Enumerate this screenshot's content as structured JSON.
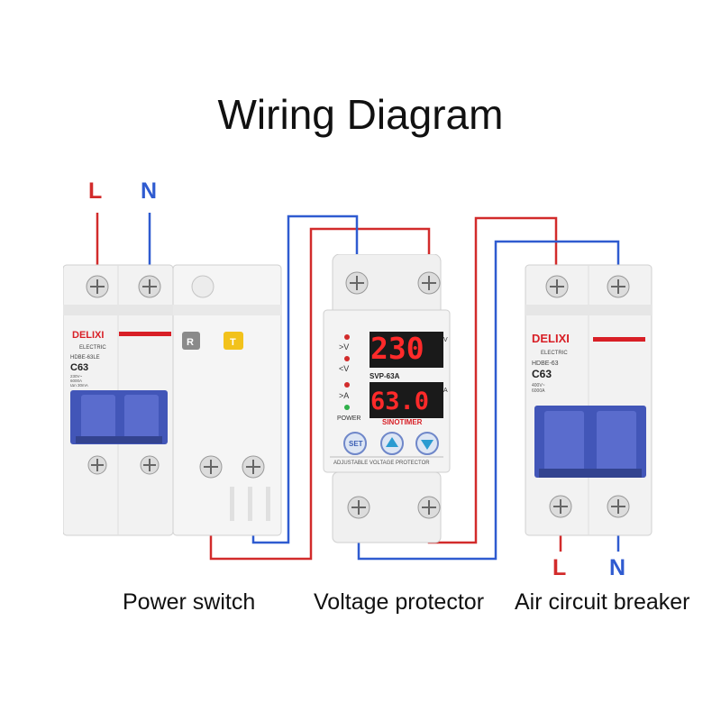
{
  "title": "Wiring Diagram",
  "colors": {
    "live": "#d22b2b",
    "neutral": "#2f5bd0",
    "display": "#ff2a2a",
    "brand": "#d81f26",
    "handle": "#4256b8"
  },
  "input_terminals": {
    "live": "L",
    "neutral": "N"
  },
  "output_terminals": {
    "live": "L",
    "neutral": "N"
  },
  "power_switch": {
    "brand": "DELIXI",
    "sub": "ELECTRIC",
    "model": "HDBE-63LE",
    "rating": "C63",
    "spec_lines": [
      "230V~",
      "6000A",
      "IΔn 30mA"
    ],
    "button_r": "R",
    "button_t": "T",
    "caption": "Power switch"
  },
  "voltage_protector": {
    "led_over_v": ">V",
    "led_under_v": "<V",
    "led_over_a": ">A",
    "power_label": "POWER",
    "voltage_display": "230",
    "voltage_unit": "V",
    "current_display": "63.0",
    "current_unit": "A",
    "model": "SVP-63A",
    "brand": "SINOTIMER",
    "set_button": "SET",
    "footer": "ADJUSTABLE VOLTAGE PROTECTOR",
    "caption": "Voltage protector"
  },
  "air_breaker": {
    "brand": "DELIXI",
    "sub": "ELECTRIC",
    "model": "HDBE-63",
    "rating": "C63",
    "spec_lines": [
      "400V~",
      "6000A"
    ],
    "caption": "Air circuit breaker"
  }
}
